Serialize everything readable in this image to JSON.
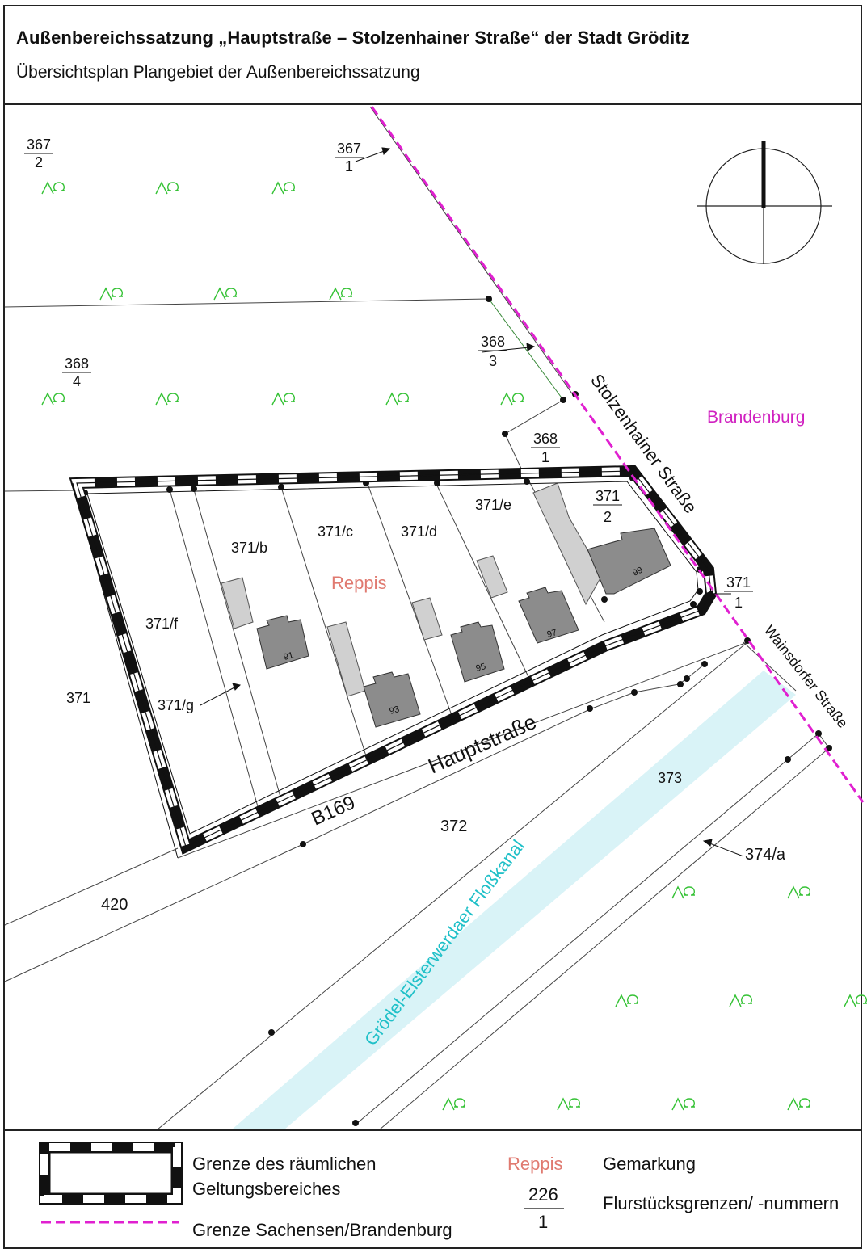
{
  "header": {
    "title": "Außenbereichssatzung „Hauptstraße – Stolzenhainer Straße“ der Stadt Gröditz",
    "subtitle": "Übersichtsplan Plangebiet der Außenbereichssatzung"
  },
  "map": {
    "parcels": {
      "p367_2": {
        "top": "367",
        "bottom": "2"
      },
      "p367_1": {
        "top": "367",
        "bottom": "1"
      },
      "p368_4": {
        "top": "368",
        "bottom": "4"
      },
      "p368_3": {
        "top": "368",
        "bottom": "3"
      },
      "p368_1": {
        "top": "368",
        "bottom": "1"
      },
      "p371_2": {
        "top": "371",
        "bottom": "2"
      },
      "p371_1": {
        "top": "371",
        "bottom": "1"
      },
      "p371": "371",
      "p371f": "371/f",
      "p371g": "371/g",
      "p371b": "371/b",
      "p371c": "371/c",
      "p371d": "371/d",
      "p371e": "371/e",
      "p372": "372",
      "p373": "373",
      "p374a": "374/a",
      "p420": "420"
    },
    "house_numbers": {
      "h91": "91",
      "h93": "93",
      "h95": "95",
      "h97": "97",
      "h99": "99"
    },
    "gemarkung": "Reppis",
    "streets": {
      "stolzenhainer": "Stolzenhainer Straße",
      "wainsdorfer": "Wainsdorfer Straße",
      "hauptstrasse": "Hauptstraße",
      "b169": "B169"
    },
    "canal": "Grödel-Elsterwerdaer Floßkanal",
    "state": "Brandenburg"
  },
  "legend": {
    "boundary_label_1": "Grenze des räumlichen",
    "boundary_label_2": "Geltungsbereiches",
    "state_border_label": "Grenze Sachensen/Brandenburg",
    "gemarkung_sample": "Reppis",
    "gemarkung_label": "Gemarkung",
    "parcel_sample_top": "226",
    "parcel_sample_bottom": "1",
    "parcel_label": "Flurstücksgrenzen/ -nummern"
  },
  "colors": {
    "boundary": "#111111",
    "state_border": "#e020d0",
    "state_label": "#d020c0",
    "canal_fill": "#d9f3f7",
    "canal_text": "#20c0c8",
    "gemarkung": "#e07a70",
    "vegetation": "#36c236",
    "building_dark": "#8c8c8c",
    "building_light": "#d0d0d0"
  },
  "icons": {
    "north_arrow": "north-arrow-icon",
    "vegetation": "grassland-symbol-icon"
  }
}
